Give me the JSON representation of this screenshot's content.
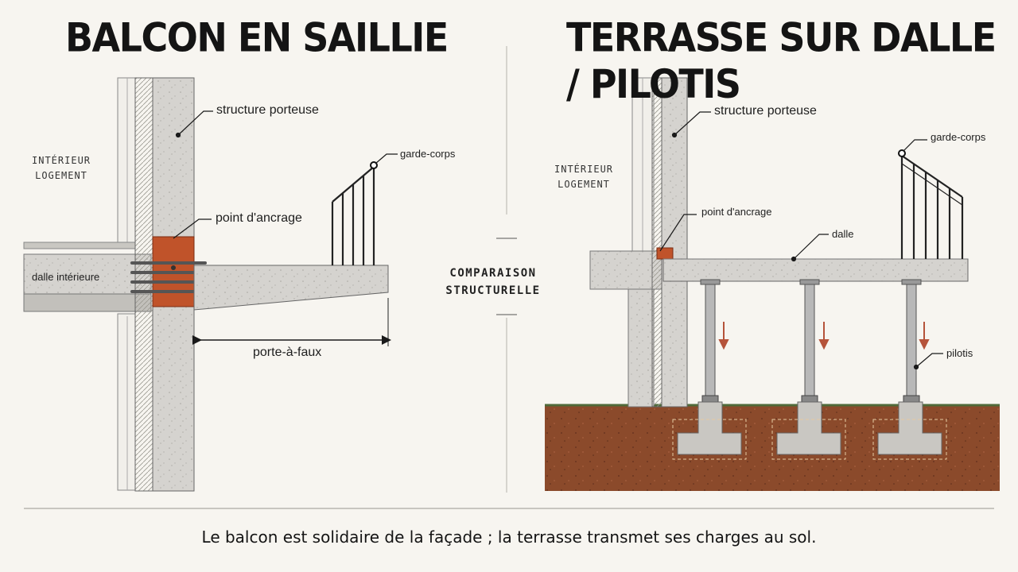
{
  "left_panel": {
    "title": "BALCON EN SAILLIE",
    "room_label": "INTÉRIEUR\nLOGEMENT",
    "labels": {
      "structure": "structure porteuse",
      "guardrail": "garde-corps",
      "anchor": "point d'ancrage",
      "inner_slab": "dalle intérieure",
      "overhang": "porte-à-faux"
    }
  },
  "right_panel": {
    "title": "TERRASSE SUR DALLE / PILOTIS",
    "room_label": "INTÉRIEUR\nLOGEMENT",
    "labels": {
      "structure": "structure porteuse",
      "guardrail": "garde-corps",
      "anchor": "point d'ancrage",
      "slab": "dalle",
      "piles": "pilotis"
    }
  },
  "center_tag": "COMPARAISON\nSTRUCTURELLE",
  "caption": "Le balcon est solidaire de la façade ; la terrasse transmet ses charges au sol.",
  "colors": {
    "background": "#f7f5f0",
    "concrete": "#d5d3cf",
    "insulation": "#e9e6df",
    "anchor_block": "#c0532a",
    "soil": "#8b4a2b",
    "load_arrow": "#b5533a"
  }
}
